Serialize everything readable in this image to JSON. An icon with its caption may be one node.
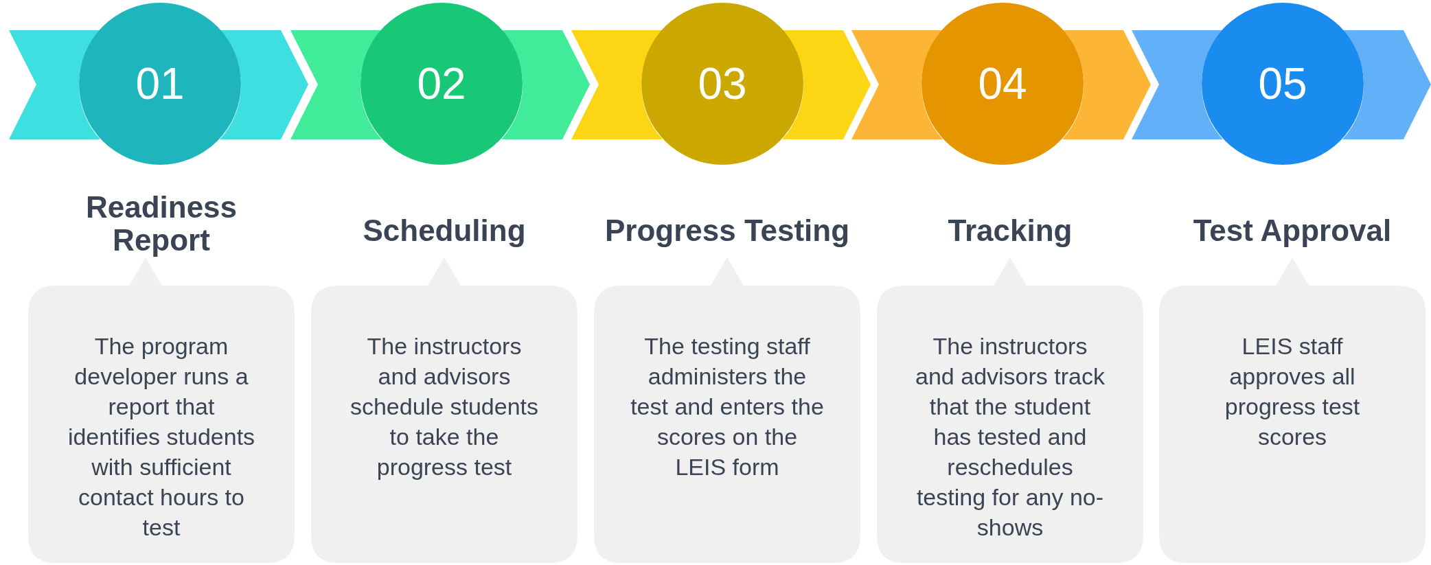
{
  "diagram": {
    "nodes": [
      {
        "text": [
          "01"
        ]
      },
      {
        "text": [
          "02"
        ]
      },
      {
        "text": [
          "03"
        ]
      },
      {
        "text": [
          "04"
        ]
      },
      {
        "text": [
          "05"
        ]
      },
      {
        "text": [
          "Readiness Report",
          "The program developer runs a report that identifies students with sufficient contact hours to test"
        ]
      },
      {
        "text": [
          "Scheduling",
          "The instructors and advisors schedule students to take the progress test"
        ]
      },
      {
        "text": [
          "Progress Testing",
          "The testing staff administers the test and enters the scores on the LEIS form"
        ]
      },
      {
        "text": [
          "Tracking",
          "The instructors and advisors track that the student has tested and reschedules testing for any no-shows"
        ]
      },
      {
        "text": [
          "Test Approval",
          "LEIS staff approves all progress test scores"
        ]
      }
    ],
    "edges": [
      {
        "from": null,
        "to": 0,
        "arrow": "none"
      },
      {
        "from": 0,
        "to": 1,
        "arrow": "to"
      },
      {
        "from": 1,
        "to": 2,
        "arrow": "to"
      },
      {
        "from": 2,
        "to": 3,
        "arrow": "to"
      },
      {
        "from": 3,
        "to": 4,
        "arrow": "to"
      },
      {
        "from": 4,
        "to": null,
        "arrow": "to"
      }
    ]
  }
}
